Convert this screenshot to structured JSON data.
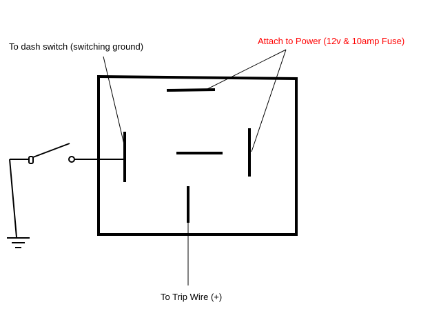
{
  "labels": {
    "dash_switch": "To dash switch (switching ground)",
    "power": "Attach to Power (12v & 10amp Fuse)",
    "trip_wire": "To Trip Wire (+)"
  },
  "colors": {
    "line": "#000000",
    "power_label": "#ff0000",
    "text": "#000000",
    "background": "#ffffff"
  }
}
